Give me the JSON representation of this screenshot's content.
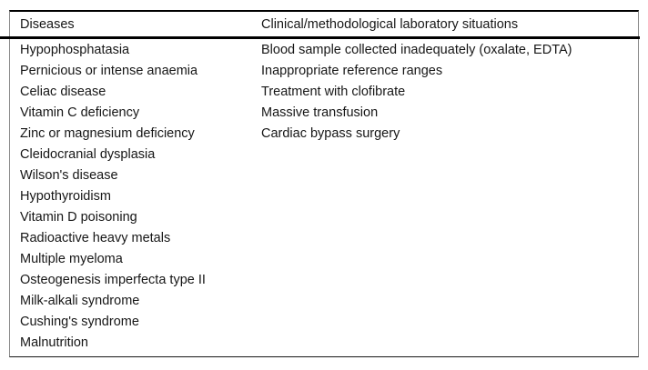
{
  "table": {
    "headers": [
      "Diseases",
      "Clinical/methodological laboratory situations"
    ],
    "diseases": [
      "Hypophosphatasia",
      "Pernicious or intense anaemia",
      "Celiac disease",
      "Vitamin C deficiency",
      "Zinc or magnesium deficiency",
      "Cleidocranial dysplasia",
      "Wilson's disease",
      "Hypothyroidism",
      "Vitamin D poisoning",
      "Radioactive heavy metals",
      "Multiple myeloma",
      "Osteogenesis imperfecta type II",
      "Milk-alkali syndrome",
      "Cushing's syndrome",
      "Malnutrition"
    ],
    "situations": [
      "Blood sample collected inadequately (oxalate, EDTA)",
      "Inappropriate reference ranges",
      "Treatment with clofibrate",
      "Massive transfusion",
      "Cardiac bypass surgery"
    ]
  },
  "colors": {
    "text": "#161616",
    "header_rule": "#000000",
    "frame_side": "#8a8a8a",
    "background": "#ffffff"
  }
}
